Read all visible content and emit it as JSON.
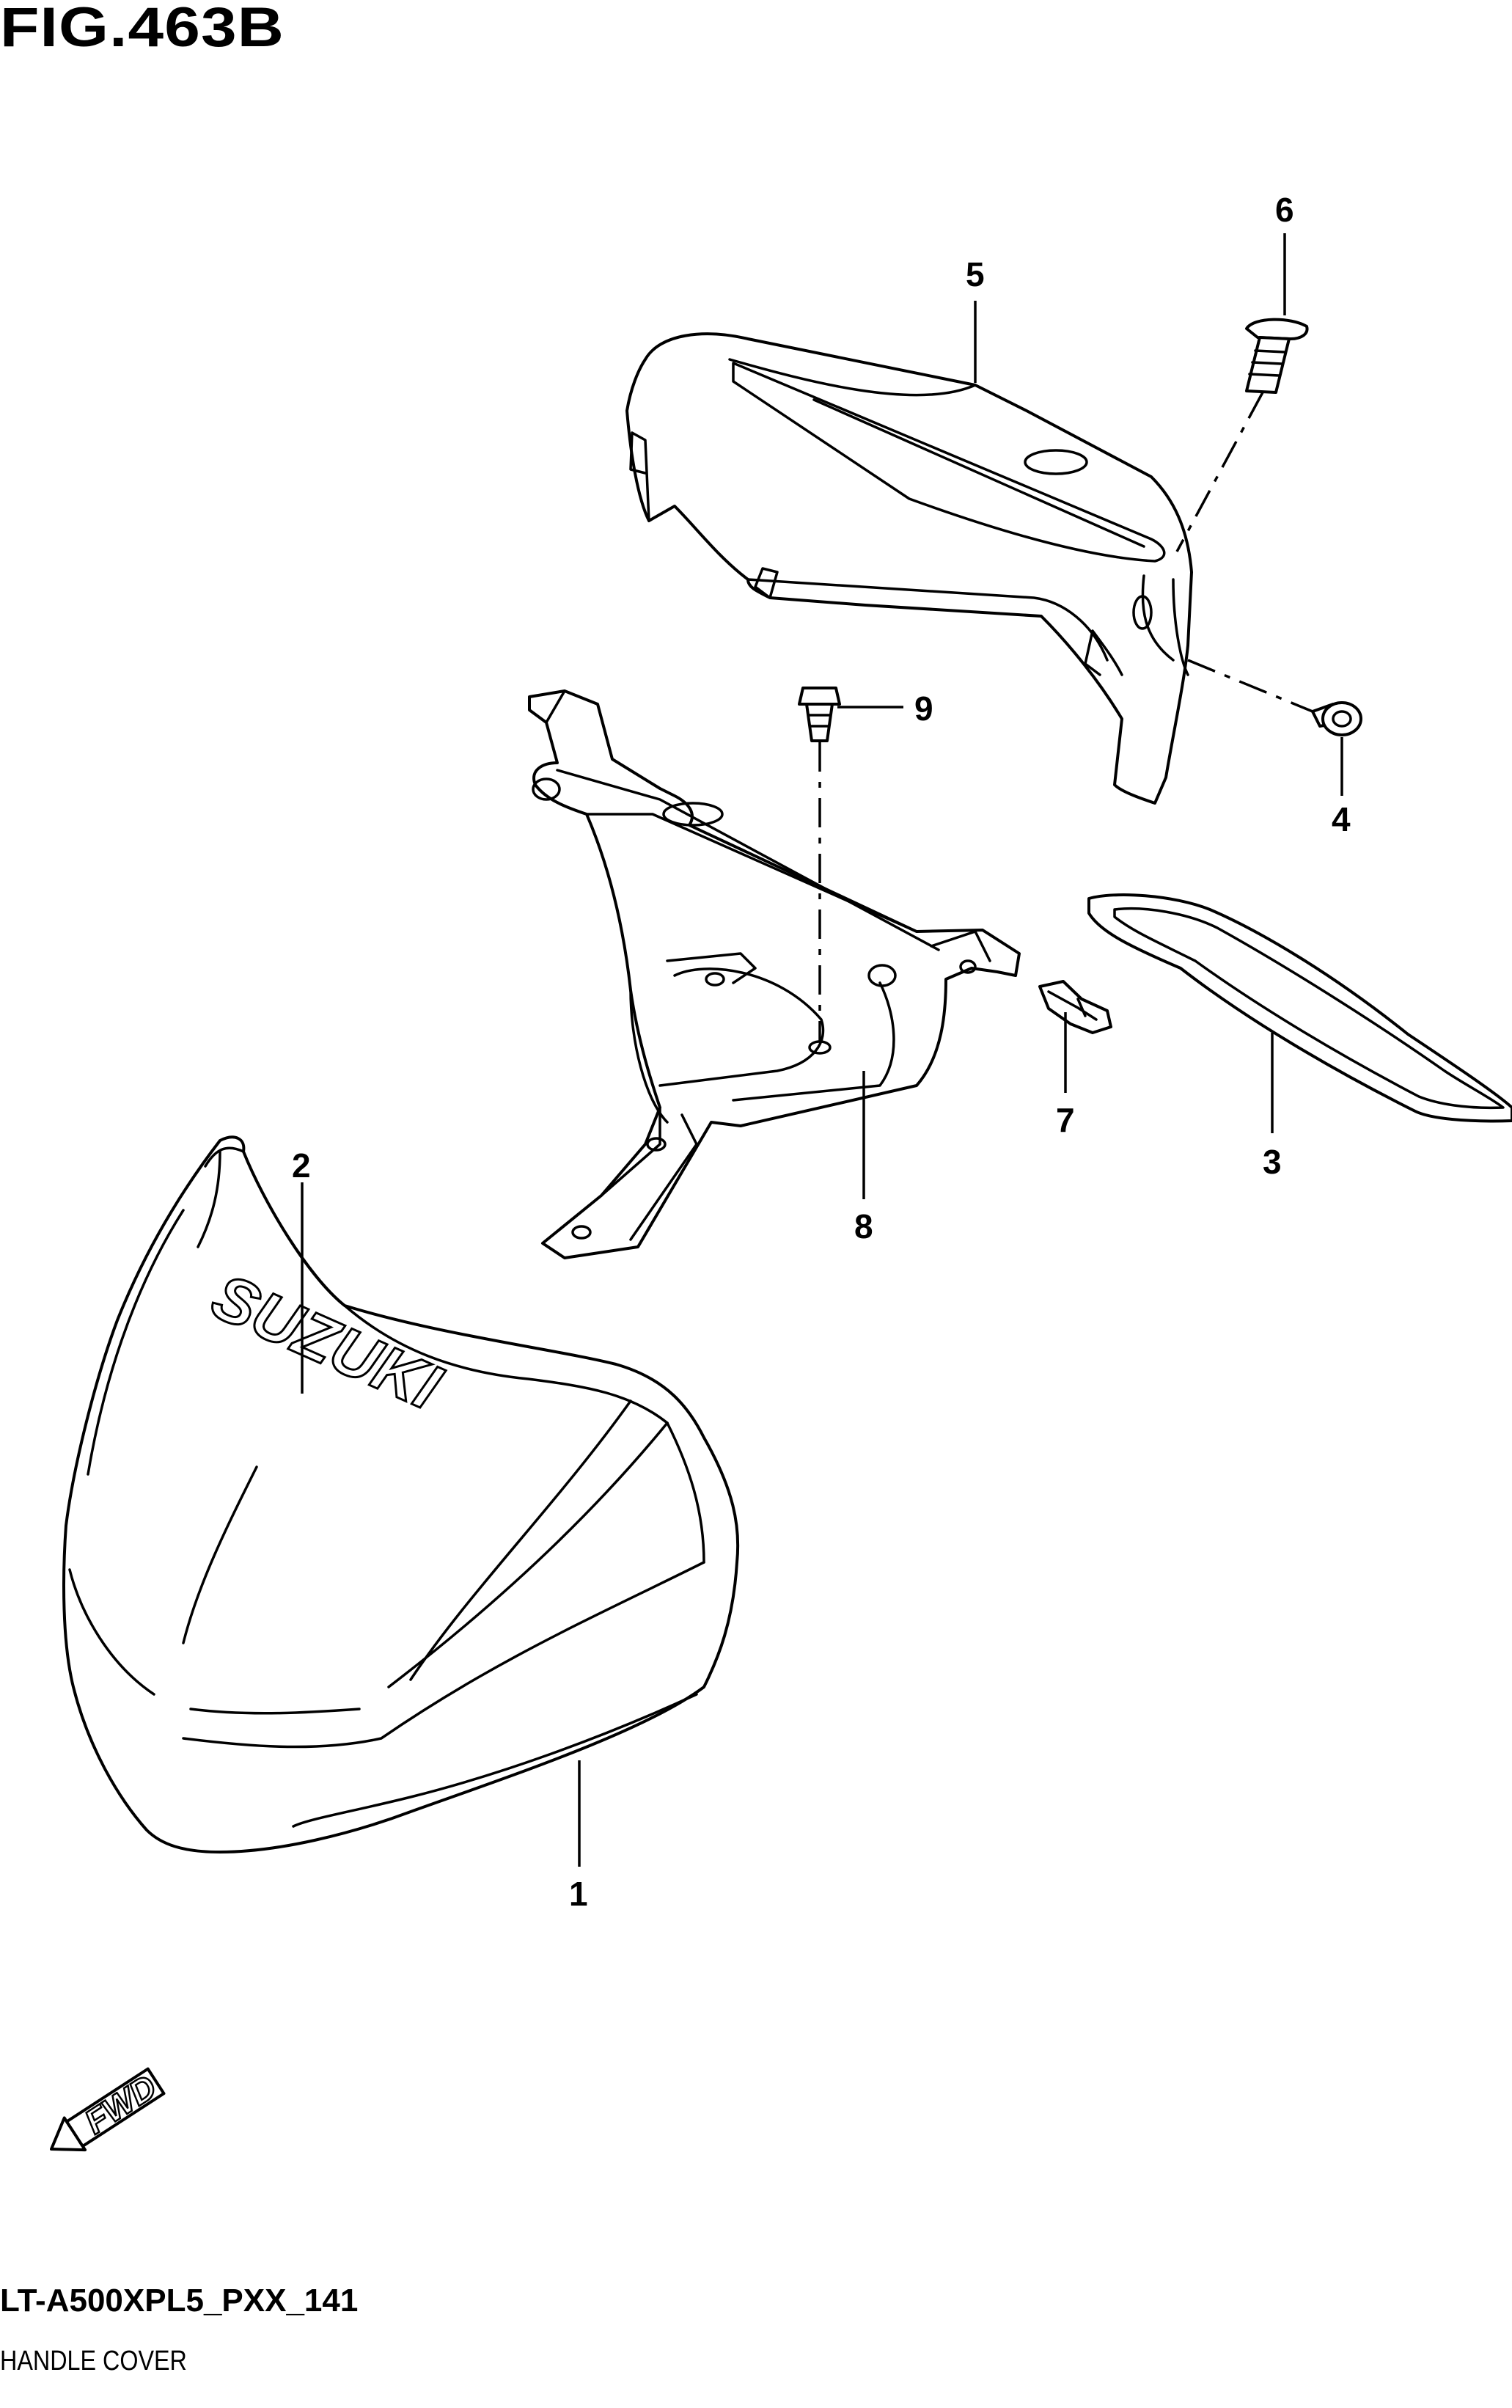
{
  "figure": {
    "title": "FIG.463B",
    "code": "LT-A500XPL5_PXX_141",
    "description": "HANDLE COVER"
  },
  "logo": {
    "text": "SUZUKI"
  },
  "direction_badge": {
    "text": "FWD"
  },
  "callouts": [
    {
      "id": "1",
      "text": "1"
    },
    {
      "id": "2",
      "text": "2"
    },
    {
      "id": "3",
      "text": "3"
    },
    {
      "id": "4",
      "text": "4"
    },
    {
      "id": "5",
      "text": "5"
    },
    {
      "id": "6",
      "text": "6"
    },
    {
      "id": "7",
      "text": "7"
    },
    {
      "id": "8",
      "text": "8"
    },
    {
      "id": "9",
      "text": "9"
    }
  ]
}
